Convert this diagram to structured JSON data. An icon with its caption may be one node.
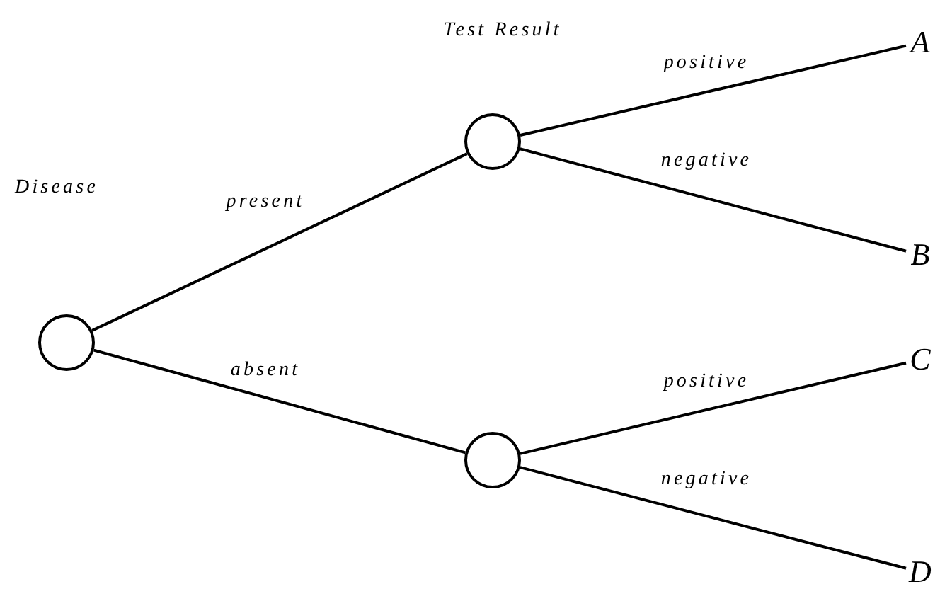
{
  "diagram": {
    "nodes": [
      {
        "text": [],
        "shape": "circle"
      },
      {
        "text": [],
        "shape": "circle"
      },
      {
        "text": [],
        "shape": "circle"
      },
      {
        "text": [
          "A"
        ]
      },
      {
        "text": [
          "B"
        ]
      },
      {
        "text": [
          "C"
        ]
      },
      {
        "text": [
          "D"
        ]
      }
    ],
    "edges": [
      {
        "from": 0,
        "to": 1,
        "arrow": "none",
        "label": "present"
      },
      {
        "from": 0,
        "to": 2,
        "arrow": "none",
        "label": "absent"
      },
      {
        "from": 1,
        "to": 3,
        "arrow": "none",
        "label": "positive"
      },
      {
        "from": 1,
        "to": 4,
        "arrow": "none",
        "label": "negative"
      },
      {
        "from": 2,
        "to": 5,
        "arrow": "none",
        "label": "positive"
      },
      {
        "from": 2,
        "to": 6,
        "arrow": "none",
        "label": "negative"
      }
    ],
    "labels": [
      "Test Result",
      "Disease"
    ]
  }
}
